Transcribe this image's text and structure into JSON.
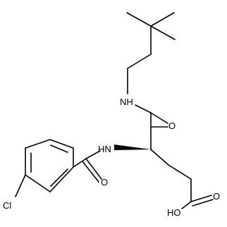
{
  "molecule": {
    "atoms": {
      "nh_top": "NH",
      "o_amide_top": "O",
      "nh_left": "HN",
      "o_amide_left": "O",
      "o_acid": "O",
      "ho_acid": "HO",
      "cl": "Cl"
    }
  }
}
